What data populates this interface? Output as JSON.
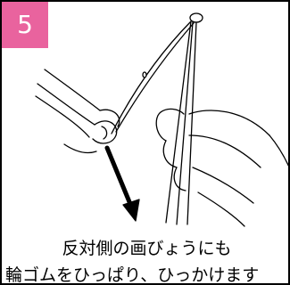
{
  "step": {
    "number": "5",
    "badge_color": "#e9639e"
  },
  "caption": {
    "line1": "反対側の画びょうにも",
    "line2": "輪ゴムをひっぱり、ひっかけます"
  },
  "illustration": {
    "depicts": "hand stretching a rubber band toward a pushpin on a thin stick, with a downward arrow"
  }
}
